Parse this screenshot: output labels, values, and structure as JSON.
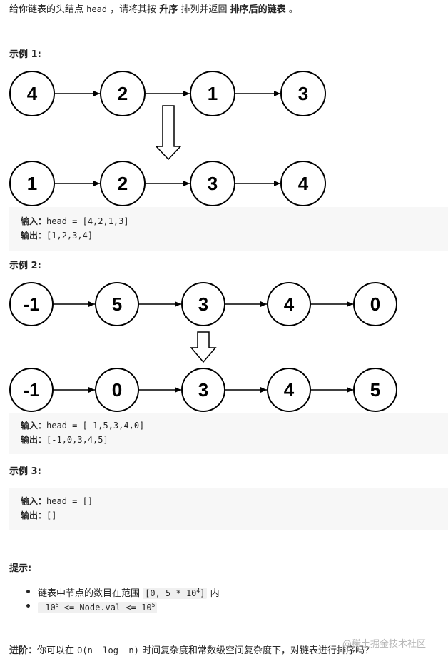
{
  "intro": {
    "t1": "给你链表的头结点 ",
    "code": "head",
    "t2": " ，请将其按 ",
    "b1": "升序",
    "t3": " 排列并返回 ",
    "b2": "排序后的链表",
    "t4": " 。"
  },
  "example1": {
    "title": "示例 1:",
    "before": [
      "4",
      "2",
      "1",
      "3"
    ],
    "after": [
      "1",
      "2",
      "3",
      "4"
    ],
    "input_label": "输入：",
    "input_value": "head = [4,2,1,3]",
    "output_label": "输出：",
    "output_value": "[1,2,3,4]"
  },
  "example2": {
    "title": "示例 2:",
    "before": [
      "-1",
      "5",
      "3",
      "4",
      "0"
    ],
    "after": [
      "-1",
      "0",
      "3",
      "4",
      "5"
    ],
    "input_label": "输入：",
    "input_value": "head = [-1,5,3,4,0]",
    "output_label": "输出：",
    "output_value": "[-1,0,3,4,5]"
  },
  "example3": {
    "title": "示例 3:",
    "input_label": "输入：",
    "input_value": "head = []",
    "output_label": "输出：",
    "output_value": "[]"
  },
  "hints": {
    "title": "提示:",
    "item1_text": "链表中节点的数目在范围 ",
    "item1_code_a": "[0, 5 * 10",
    "item1_code_sup": "4",
    "item1_code_b": "]",
    "item1_suffix": " 内",
    "item2_code_a": "-10",
    "item2_code_sup1": "5",
    "item2_code_b": " <= Node.val <= 10",
    "item2_code_sup2": "5"
  },
  "advanced": {
    "label": "进阶：",
    "t1": "你可以在 ",
    "code": "O(n  log  n)",
    "t2": " 时间复杂度和常数级空间复杂度下，对链表进行排序吗？"
  },
  "watermark": "@稀土掘金技术社区"
}
